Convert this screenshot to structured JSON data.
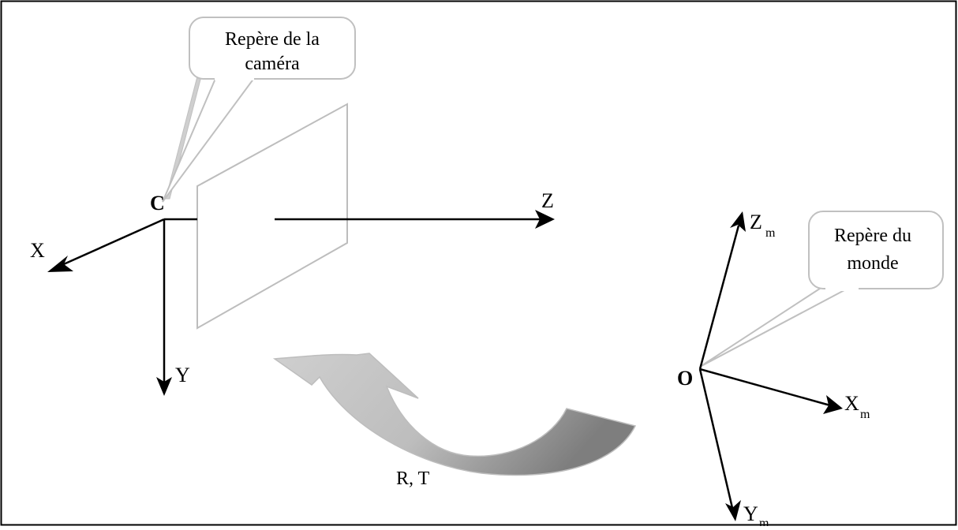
{
  "camera_frame": {
    "callout_line1": "Repère de la",
    "callout_line2": "caméra",
    "origin_label": "C",
    "x_label": "X",
    "y_label": "Y",
    "z_label": "Z"
  },
  "world_frame": {
    "callout_line1": "Repère du",
    "callout_line2": "monde",
    "origin_label": "O",
    "z_label": "Z",
    "x_label": "X",
    "y_label": "Y",
    "subscript": "m"
  },
  "transform_label": "R, T",
  "colors": {
    "border": "#000000",
    "callout_border": "#c0c0c0",
    "image_plane": "#bdbdbd",
    "arrow_light": "#c8c8c8",
    "arrow_dark": "#8c8c8c"
  }
}
